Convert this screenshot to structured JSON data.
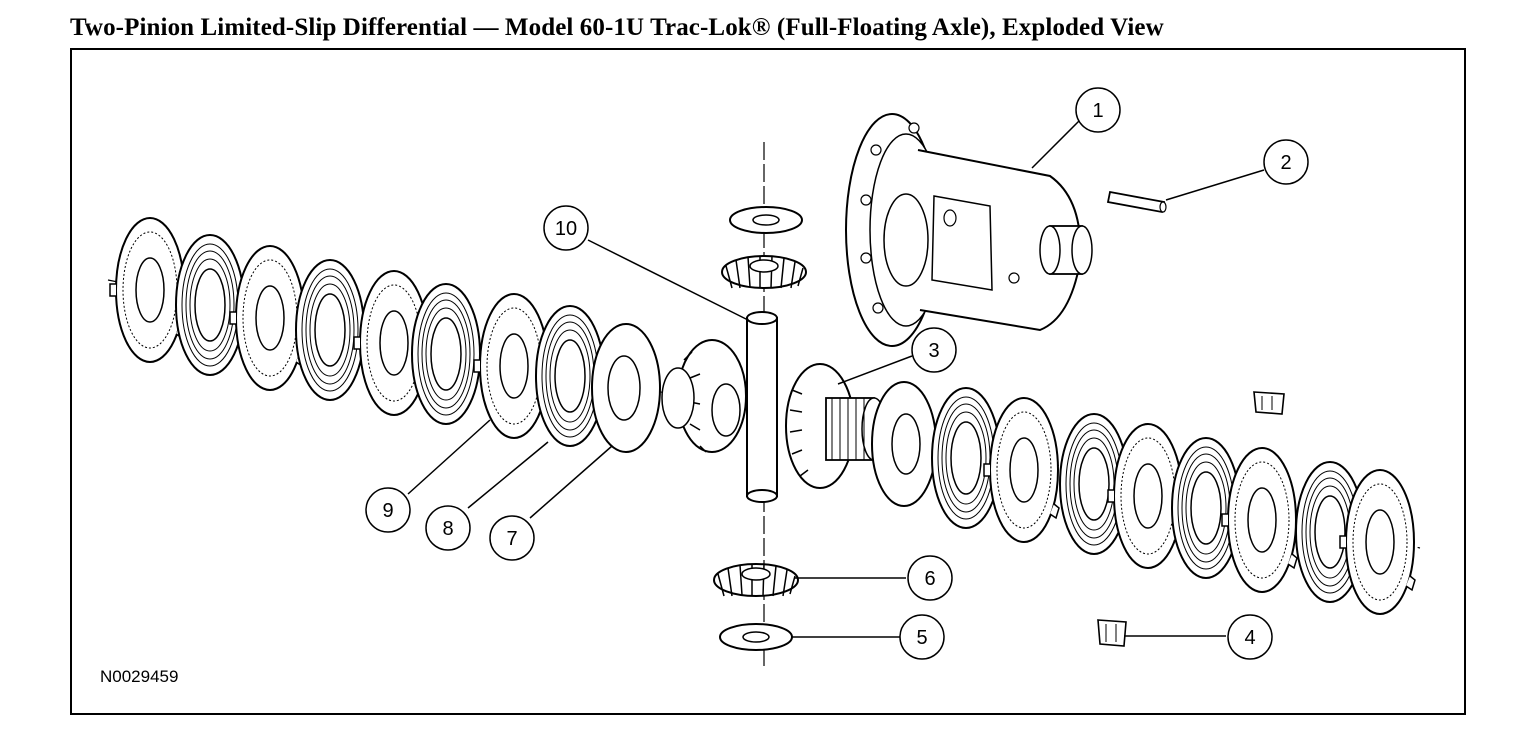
{
  "title": "Two-Pinion Limited-Slip Differential — Model 60-1U Trac-Lok® (Full-Floating Axle), Exploded View",
  "figure_id": "N0029459",
  "callouts": [
    {
      "id": "1",
      "label": "1"
    },
    {
      "id": "2",
      "label": "2"
    },
    {
      "id": "3",
      "label": "3"
    },
    {
      "id": "4",
      "label": "4"
    },
    {
      "id": "5",
      "label": "5"
    },
    {
      "id": "6",
      "label": "6"
    },
    {
      "id": "7",
      "label": "7"
    },
    {
      "id": "8",
      "label": "8"
    },
    {
      "id": "9",
      "label": "9"
    },
    {
      "id": "10",
      "label": "10"
    }
  ]
}
